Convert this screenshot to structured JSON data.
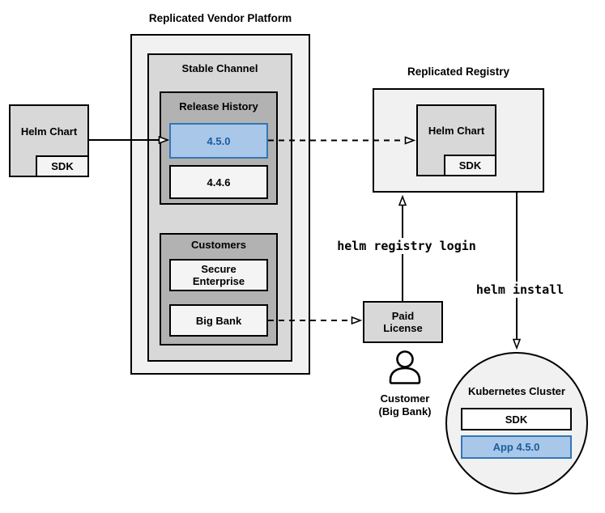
{
  "colors": {
    "box_light": "#f1f1f1",
    "box_medium": "#d8d8d8",
    "box_dark": "#b2b2b2",
    "box_inner": "#f4f4f4",
    "blue_fill": "#a9c7e9",
    "blue_border": "#3276b5",
    "blue_text": "#1a5c9e",
    "line": "#000000"
  },
  "vendor_platform": {
    "title": "Replicated Vendor Platform",
    "stable_channel": {
      "title": "Stable Channel",
      "release_history": {
        "title": "Release History",
        "releases": [
          {
            "version": "4.5.0",
            "highlighted": true
          },
          {
            "version": "4.4.6",
            "highlighted": false
          }
        ]
      },
      "customers": {
        "title": "Customers",
        "items": [
          "Secure Enterprise",
          "Big Bank"
        ]
      }
    }
  },
  "source_chart": {
    "label": "Helm Chart",
    "sdk": "SDK"
  },
  "registry": {
    "title": "Replicated Registry",
    "chart": {
      "label": "Helm Chart",
      "sdk": "SDK"
    }
  },
  "license": {
    "label": "Paid License"
  },
  "customer": {
    "name": "Customer",
    "org": "(Big Bank)"
  },
  "commands": {
    "registry_login": "helm registry login",
    "install": "helm install"
  },
  "cluster": {
    "title": "Kubernetes Cluster",
    "sdk": "SDK",
    "app": "App 4.5.0"
  }
}
